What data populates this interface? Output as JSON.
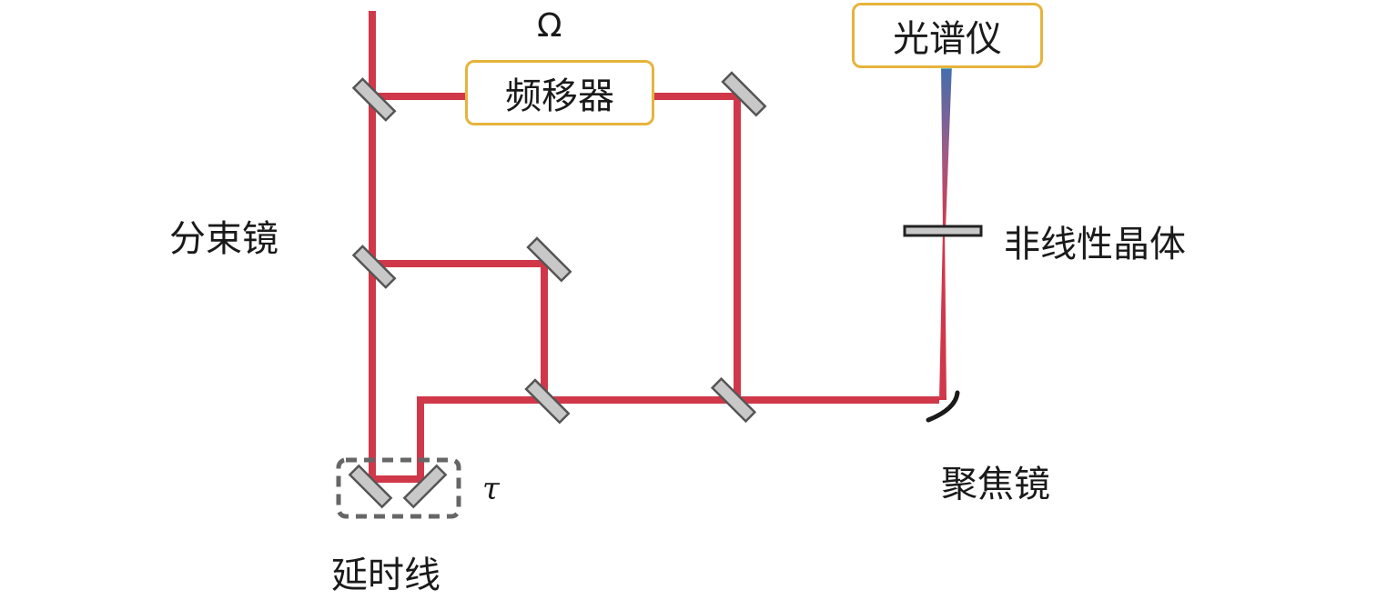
{
  "labels": {
    "omega": "Ω",
    "frequency_shifter": "频移器",
    "spectrometer": "光谱仪",
    "beam_splitter": "分束镜",
    "nonlinear_crystal": "非线性晶体",
    "focusing_mirror": "聚焦镜",
    "delay_line": "延时线",
    "tau": "τ"
  },
  "colors": {
    "beam": "#d0384a",
    "beam_blue": "#4a7fb8",
    "mirror_fill": "#c8c8c8",
    "mirror_stroke": "#555555",
    "box_border": "#e6b43c",
    "delay_box": "#666666"
  }
}
